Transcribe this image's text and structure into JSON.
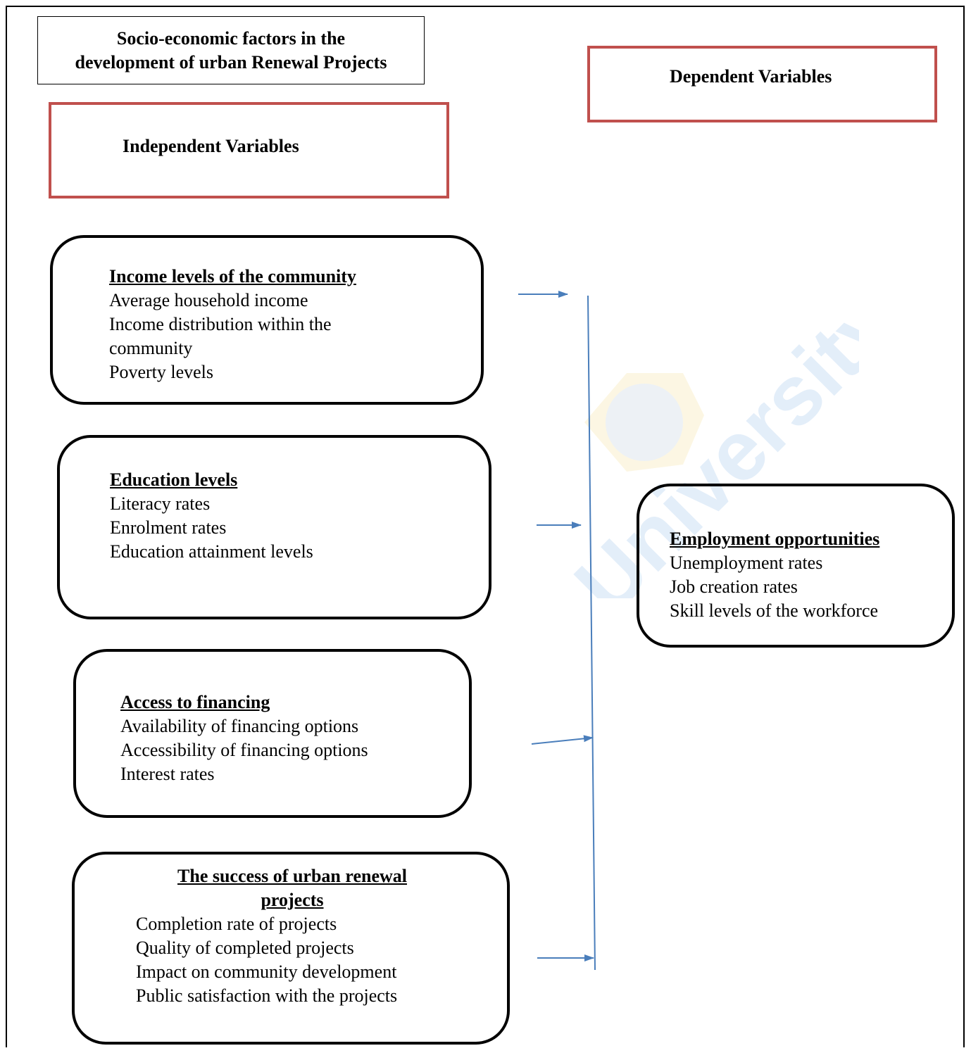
{
  "title": {
    "line1": "Socio-economic factors in the",
    "line2": "development of urban Renewal Projects"
  },
  "independent_label": "Independent Variables",
  "dependent_label": "Dependent Variables",
  "colors": {
    "variable_box_border": "#c0504d",
    "arrow": "#4a7ebb",
    "watermark": "#2f7fd8"
  },
  "watermark_text": "Mount Kenya University",
  "boxes": {
    "income": {
      "heading": "Income levels of the community",
      "items": [
        "Average household income",
        "Income distribution within the",
        "community",
        "Poverty levels"
      ]
    },
    "education": {
      "heading": "Education levels",
      "items": [
        "Literacy rates",
        "Enrolment rates",
        "Education attainment levels"
      ]
    },
    "financing": {
      "heading": "Access to financing",
      "items": [
        "Availability of financing options",
        "Accessibility of financing options",
        "Interest rates"
      ]
    },
    "success": {
      "heading_line1": "The success of urban renewal",
      "heading_line2": "projects",
      "items": [
        "Completion rate of projects",
        "Quality of completed projects",
        "Impact on community development",
        "Public satisfaction with the projects"
      ]
    },
    "employment": {
      "heading": "Employment opportunities",
      "items": [
        "Unemployment rates",
        "Job creation rates",
        "Skill levels of the workforce"
      ]
    }
  }
}
